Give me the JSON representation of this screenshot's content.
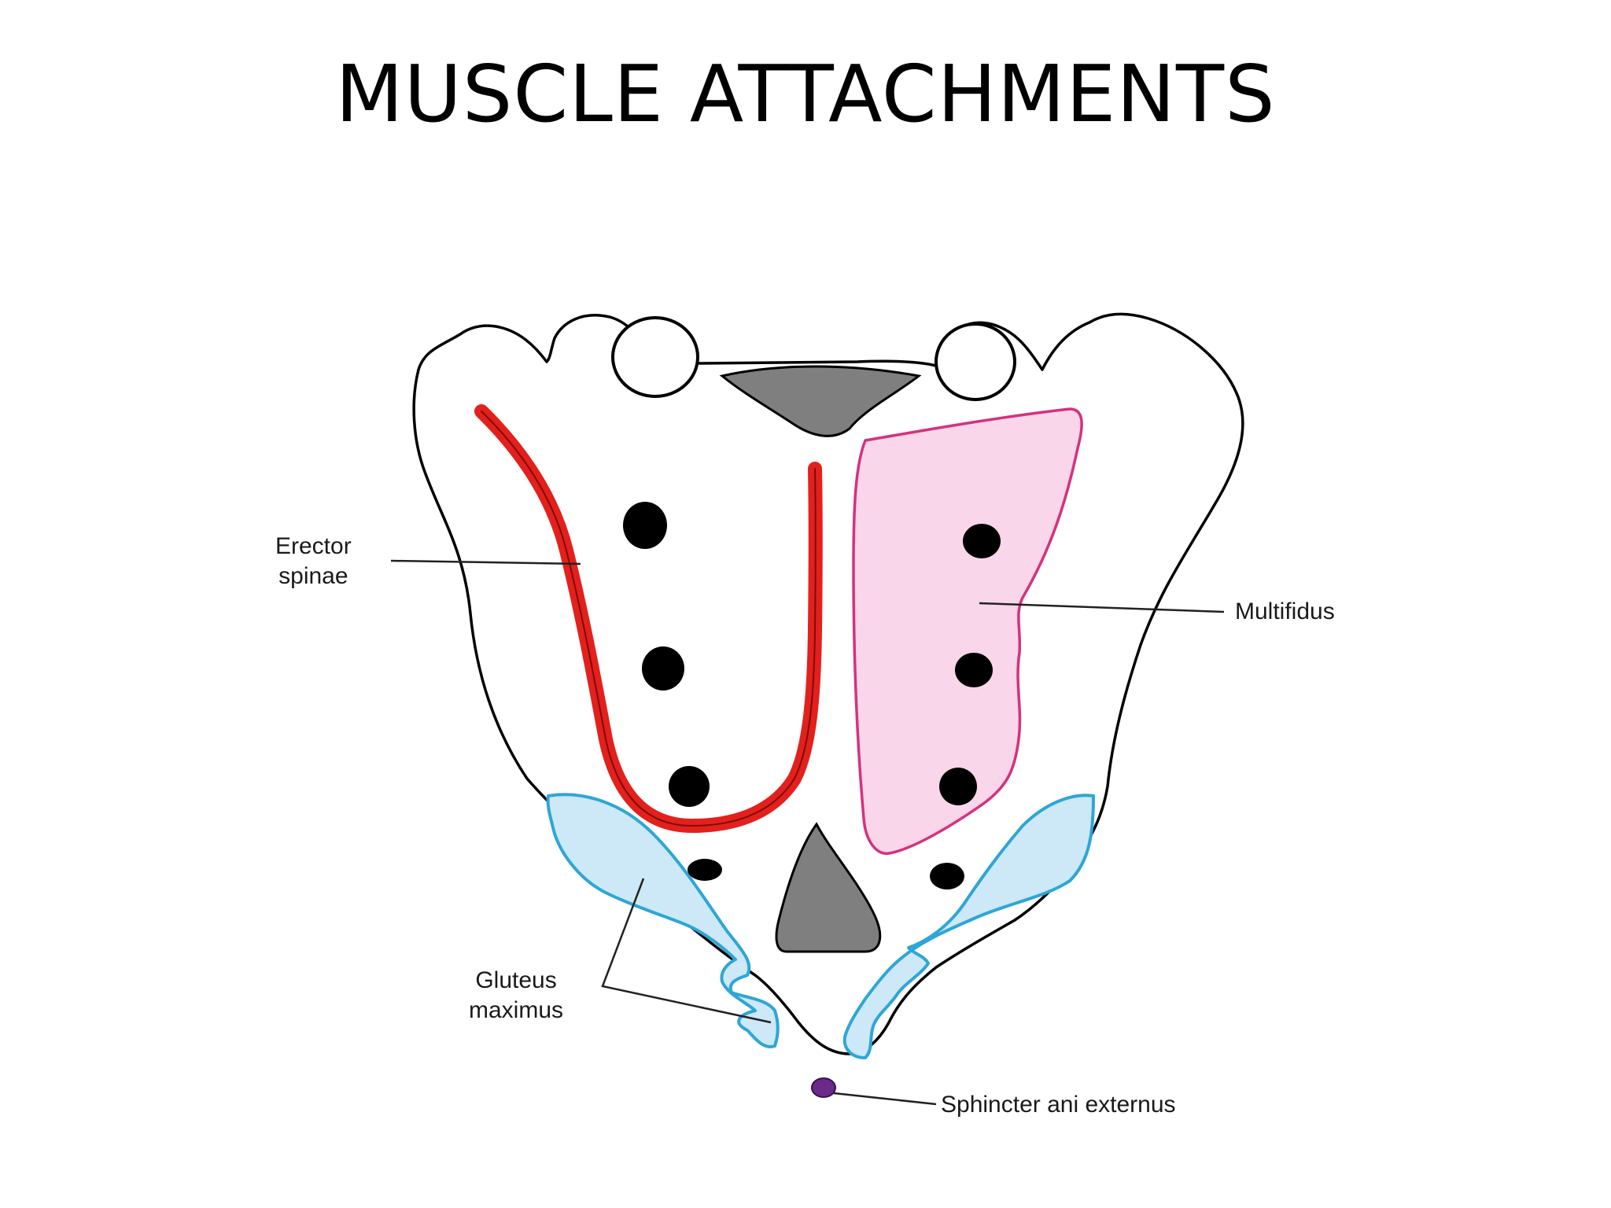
{
  "slide": {
    "title": "MUSCLE ATTACHMENTS"
  },
  "labels": {
    "erector_spinae": [
      "Erector",
      "spinae"
    ],
    "multifidus": "Multifidus",
    "gluteus_maximus": [
      "Gluteus",
      "maximus"
    ],
    "sphincter_ani_externus": "Sphincter ani externus"
  },
  "colors": {
    "erector_spinae": "#e3201c",
    "multifidus_fill": "#f9d6ea",
    "multifidus_outline": "#d4327e",
    "gluteus_fill": "#cde8f6",
    "gluteus_outline": "#2ea6d6",
    "sphincter": "#6b2a8a",
    "bone_outline": "#000000",
    "canal_fill": "#7f7f7f",
    "foramen_fill": "#000000"
  }
}
